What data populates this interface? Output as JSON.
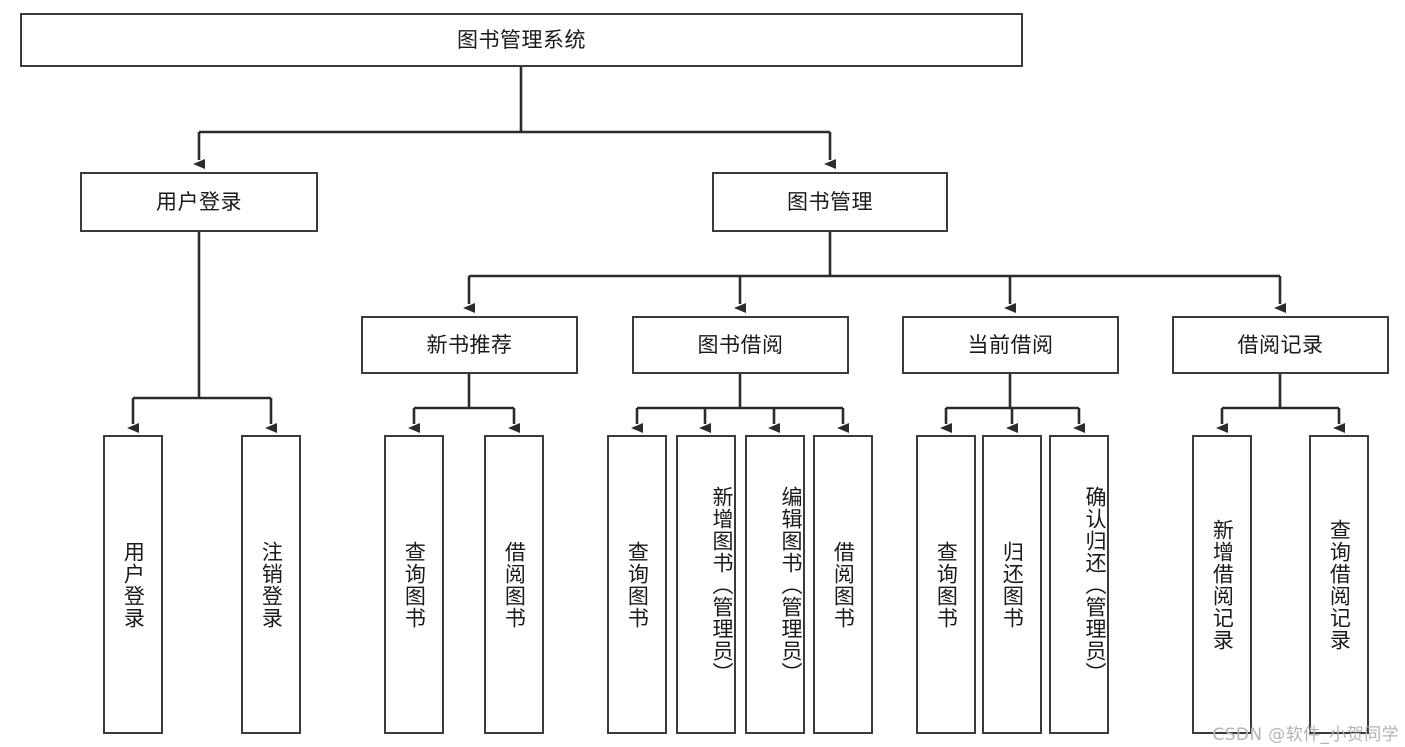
{
  "diagram": {
    "title": "图书管理系统",
    "type": "hierarchy-tree",
    "watermark": "CSDN @软件_小贺同学",
    "colors": {
      "box_border": "#3b3b3b",
      "box_fill": "#ffffff",
      "edge": "#2b2b2b",
      "text": "#1a1a1a",
      "watermark": "#b4b4b4"
    },
    "nodes": {
      "root": {
        "label": "图书管理系统"
      },
      "level2": [
        {
          "id": "user-login",
          "label": "用户登录"
        },
        {
          "id": "book-manage",
          "label": "图书管理"
        }
      ],
      "level3": [
        {
          "id": "new-book-recommend",
          "label": "新书推荐"
        },
        {
          "id": "book-borrow",
          "label": "图书借阅"
        },
        {
          "id": "current-borrow",
          "label": "当前借阅"
        },
        {
          "id": "borrow-record",
          "label": "借阅记录"
        }
      ],
      "leaves": {
        "user_login": [
          {
            "id": "leaf-user-login",
            "label": "用户登录"
          },
          {
            "id": "leaf-logout-login",
            "label": "注销登录"
          }
        ],
        "new_book_recommend": [
          {
            "id": "leaf-query-book-1",
            "label": "查询图书"
          },
          {
            "id": "leaf-borrow-book-1",
            "label": "借阅图书"
          }
        ],
        "book_borrow": [
          {
            "id": "leaf-query-book-2",
            "label": "查询图书"
          },
          {
            "id": "leaf-add-book",
            "label": "新增图书（管理员）"
          },
          {
            "id": "leaf-edit-book",
            "label": "编辑图书（管理员）"
          },
          {
            "id": "leaf-borrow-book-2",
            "label": "借阅图书"
          }
        ],
        "current_borrow": [
          {
            "id": "leaf-query-book-3",
            "label": "查询图书"
          },
          {
            "id": "leaf-return-book",
            "label": "归还图书"
          },
          {
            "id": "leaf-confirm-return",
            "label": "确认归还（管理员）"
          }
        ],
        "borrow_record": [
          {
            "id": "leaf-add-record",
            "label": "新增借阅记录"
          },
          {
            "id": "leaf-query-record",
            "label": "查询借阅记录"
          }
        ]
      }
    }
  }
}
